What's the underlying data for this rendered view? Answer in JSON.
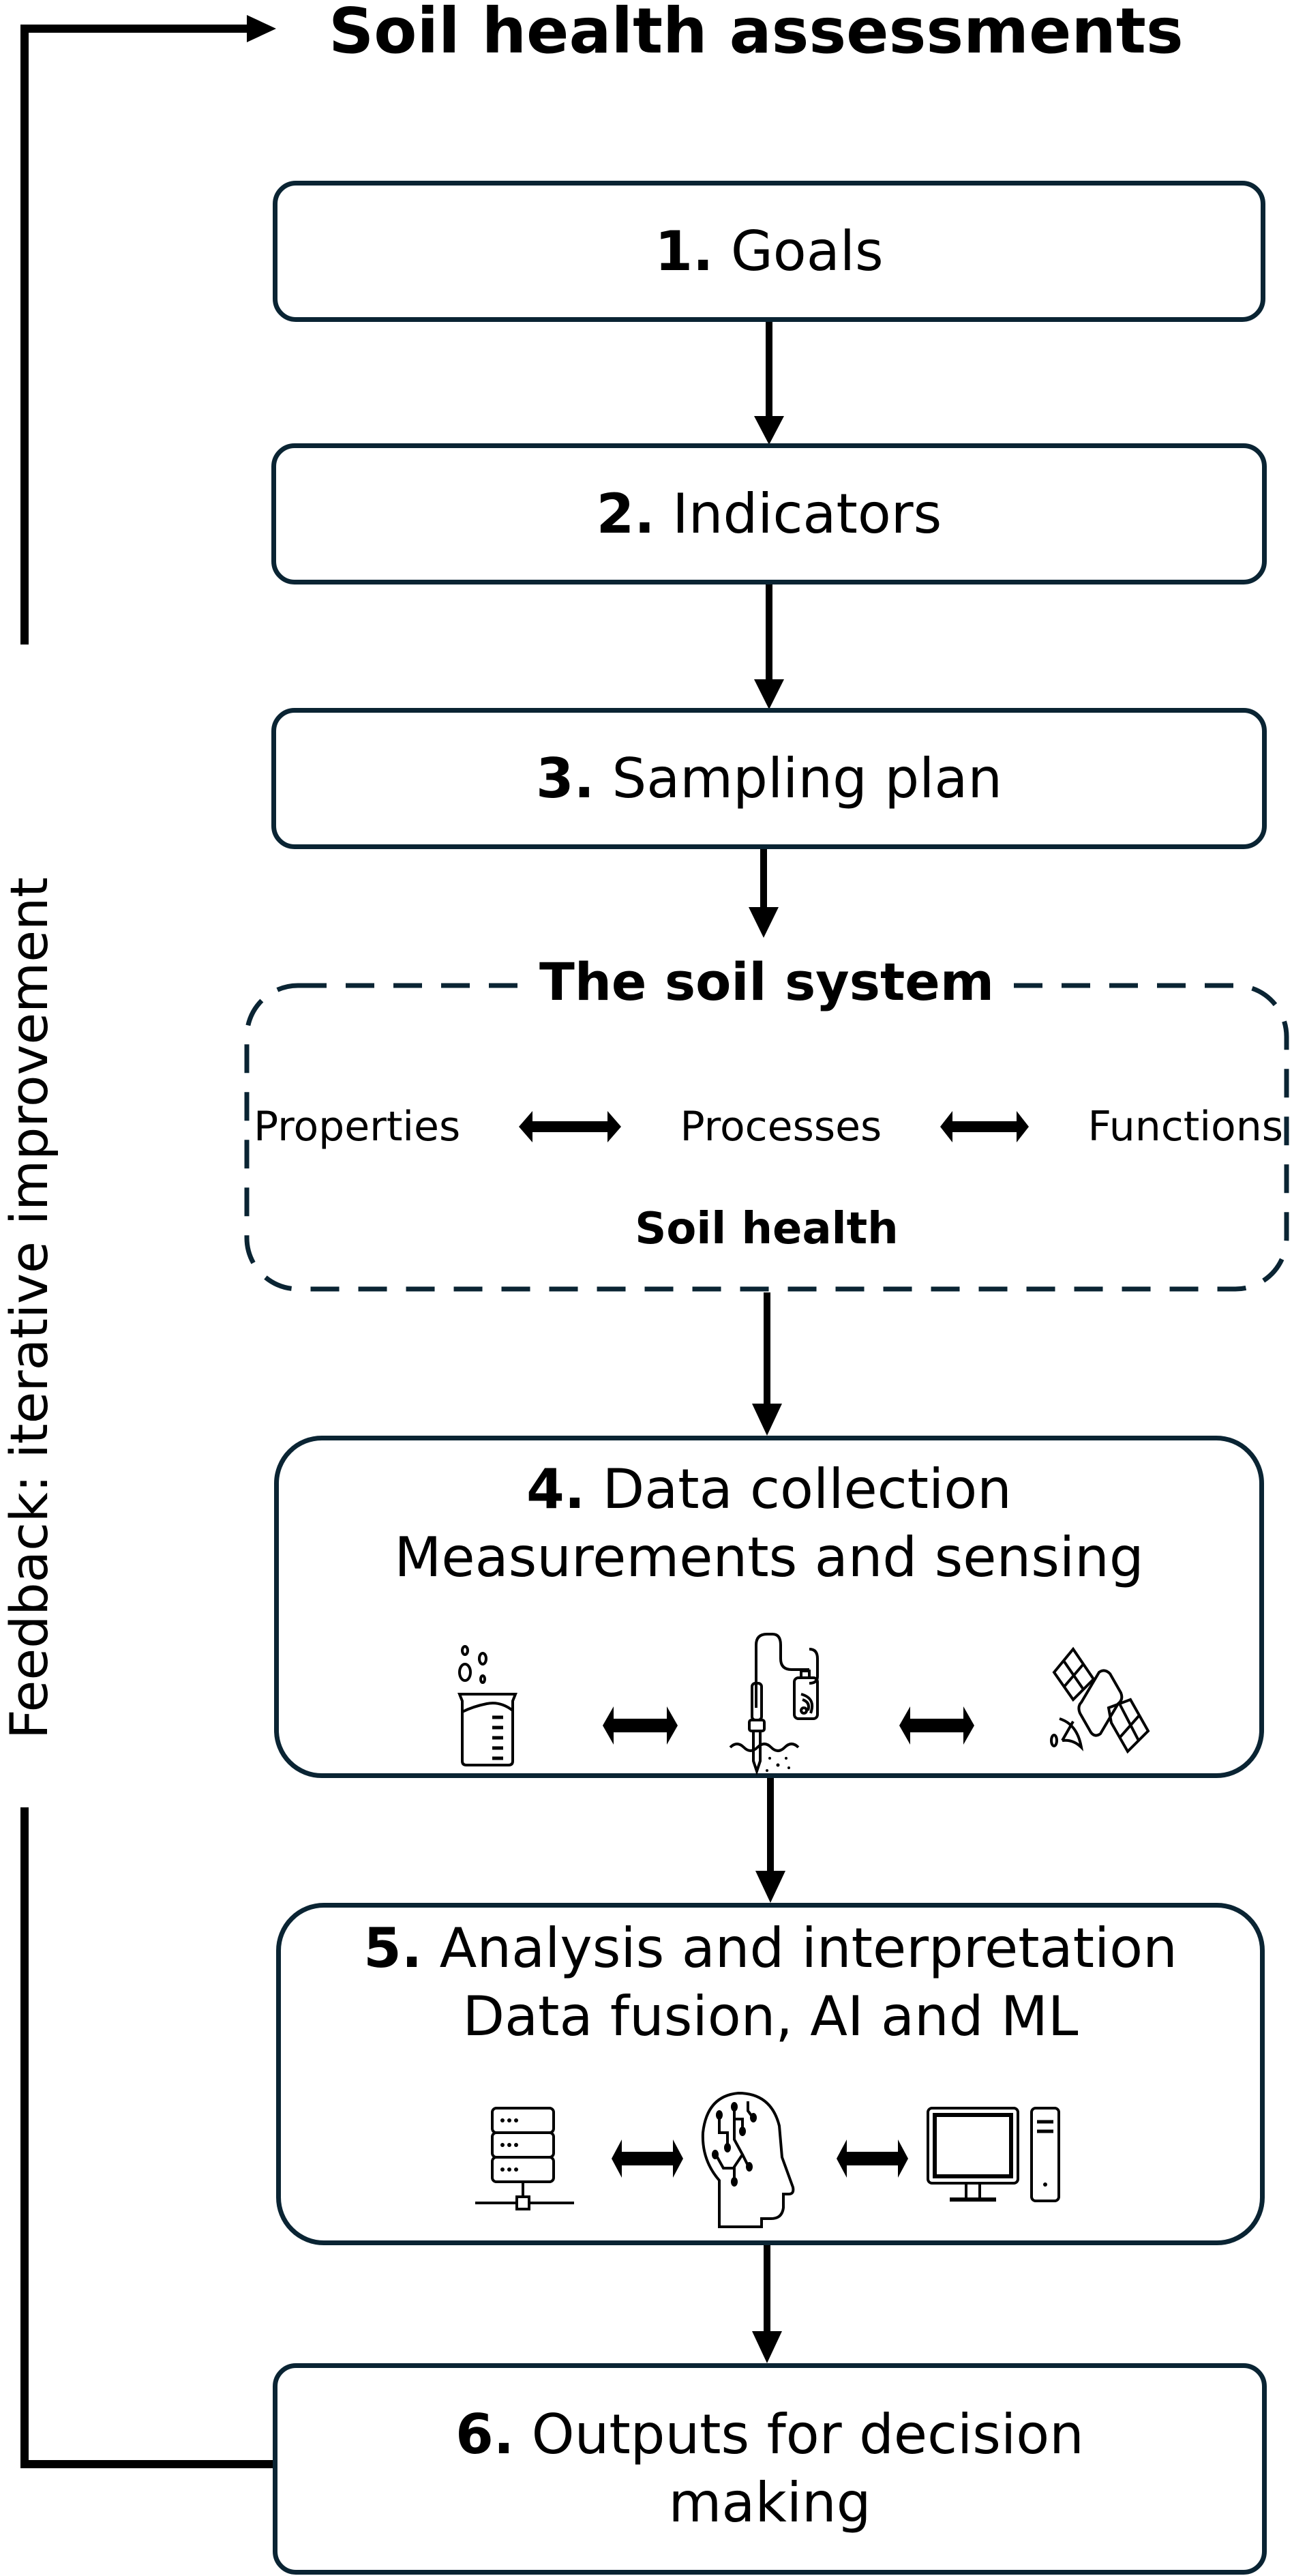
{
  "title": "Soil health assessments",
  "feedback_label": "Feedback: iterative improvement",
  "colors": {
    "stroke": "#0a2433",
    "arrow": "#000000",
    "background": "#ffffff"
  },
  "steps": [
    {
      "num": "1.",
      "label": "Goals"
    },
    {
      "num": "2.",
      "label": "Indicators"
    },
    {
      "num": "3.",
      "label": "Sampling plan"
    },
    {
      "num": "4.",
      "label": "Data collection",
      "subtitle": "Measurements and sensing",
      "icons": [
        "beaker-icon",
        "soil-probe-sensor-icon",
        "satellite-icon"
      ]
    },
    {
      "num": "5.",
      "label": "Analysis and interpretation",
      "subtitle": "Data fusion, AI and ML",
      "icons": [
        "server-database-icon",
        "ai-head-icon",
        "desktop-computer-icon"
      ]
    },
    {
      "num": "6.",
      "label": "Outputs for decision",
      "label_line2": "making"
    }
  ],
  "soil_system": {
    "title": "The soil system",
    "items": [
      "Properties",
      "Processes",
      "Functions"
    ],
    "subtitle": "Soil health"
  }
}
